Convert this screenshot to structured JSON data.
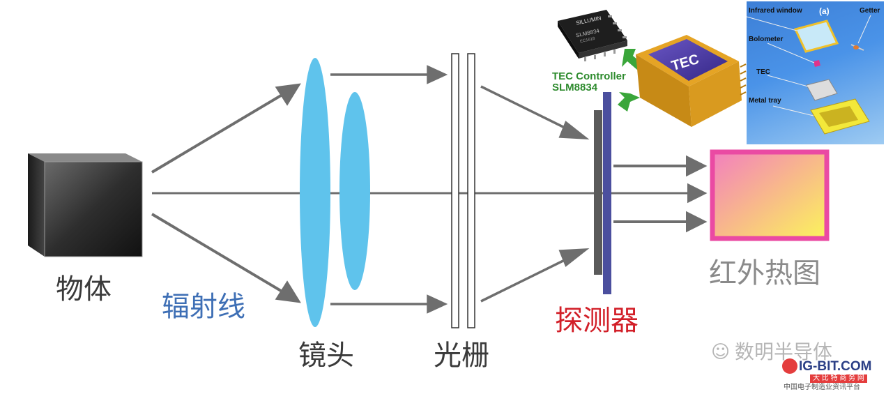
{
  "labels": {
    "object": "物体",
    "radiation": "辐射线",
    "lens": "镜头",
    "grating": "光栅",
    "detector": "探测器",
    "ir_image": "红外热图"
  },
  "chip": {
    "brand": "SILLUMIN",
    "part": "SLM8834",
    "code": "EC1618"
  },
  "tec_label": "TEC",
  "controller": {
    "line1": "TEC Controller",
    "line2": "SLM8834"
  },
  "inset": {
    "panel_tag": "(a)",
    "infrared_window": "Infrared window",
    "getter": "Getter",
    "bolometer": "Bolometer",
    "tec": "TEC",
    "metal_tray": "Metal tray"
  },
  "watermark": {
    "wechat": "数明半导体",
    "site": "IG-BIT.COM",
    "site_sub": "大 比 特 商 务 网",
    "tagline": "中国电子制造业资讯平台"
  },
  "colors": {
    "lens": "#5fc3ec",
    "arrow": "#6e6e6e",
    "detector_blue": "#4b4f9e",
    "detector_grey": "#5a5a5a",
    "frame_pink": "#ea4aa3",
    "tec_purple": "#4a3a9b",
    "tec_gold": "#e5a425",
    "green_arrow": "#3aa63a"
  }
}
